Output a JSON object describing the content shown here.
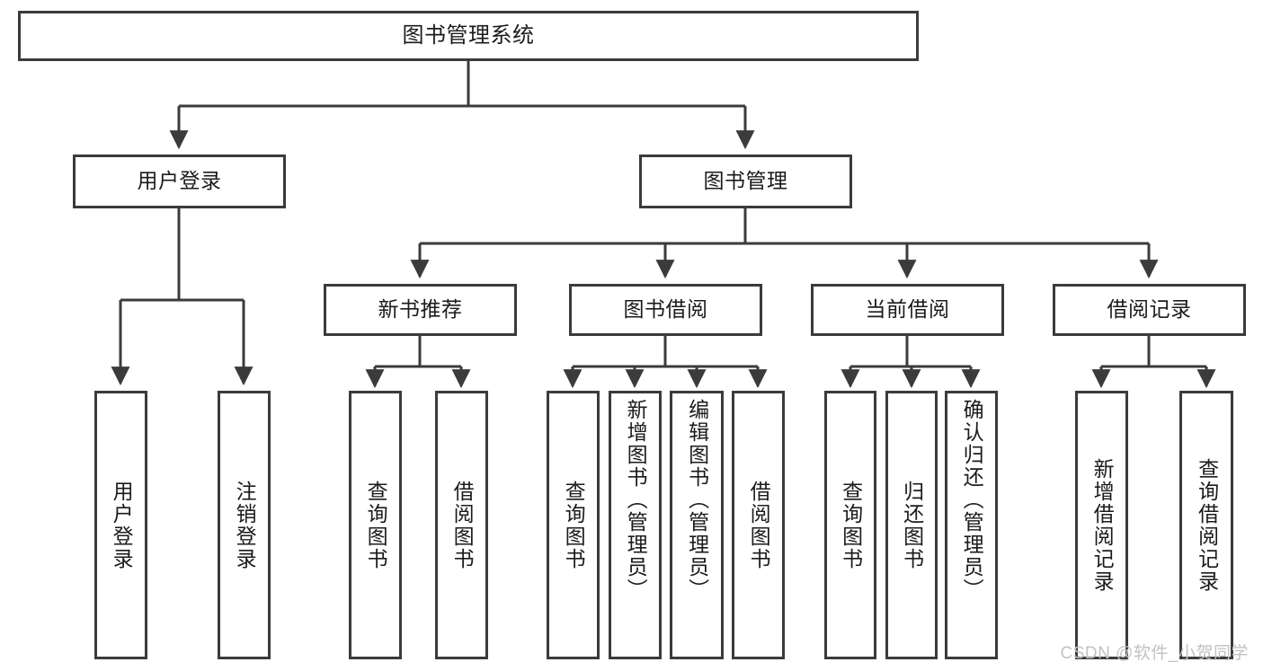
{
  "diagram": {
    "title": "图书管理系统",
    "type": "tree",
    "watermark": "CSDN @软件_小贺同学",
    "colors": {
      "stroke": "#3b3b3b",
      "box_fill": "#ffffff",
      "text": "#1b1b1b",
      "watermark": "#c2c2c2",
      "background": "#ffffff"
    }
  },
  "root": {
    "label": "图书管理系统"
  },
  "level2": [
    {
      "label": "用户登录"
    },
    {
      "label": "图书管理"
    }
  ],
  "level3": [
    {
      "label": "新书推荐"
    },
    {
      "label": "图书借阅"
    },
    {
      "label": "当前借阅"
    },
    {
      "label": "借阅记录"
    }
  ],
  "leaves": {
    "user_login": [
      {
        "label": "用户登录"
      },
      {
        "label": "注销登录"
      }
    ],
    "new_book": [
      {
        "label": "查询图书"
      },
      {
        "label": "借阅图书"
      }
    ],
    "book_borrow": [
      {
        "label": "查询图书"
      },
      {
        "label": "新增图书（管理员）"
      },
      {
        "label": "编辑图书（管理员）"
      },
      {
        "label": "借阅图书"
      }
    ],
    "current_borrow": [
      {
        "label": "查询图书"
      },
      {
        "label": "归还图书"
      },
      {
        "label": "确认归还（管理员）"
      }
    ],
    "borrow_record": [
      {
        "label": "新增借阅记录"
      },
      {
        "label": "查询借阅记录"
      }
    ]
  }
}
